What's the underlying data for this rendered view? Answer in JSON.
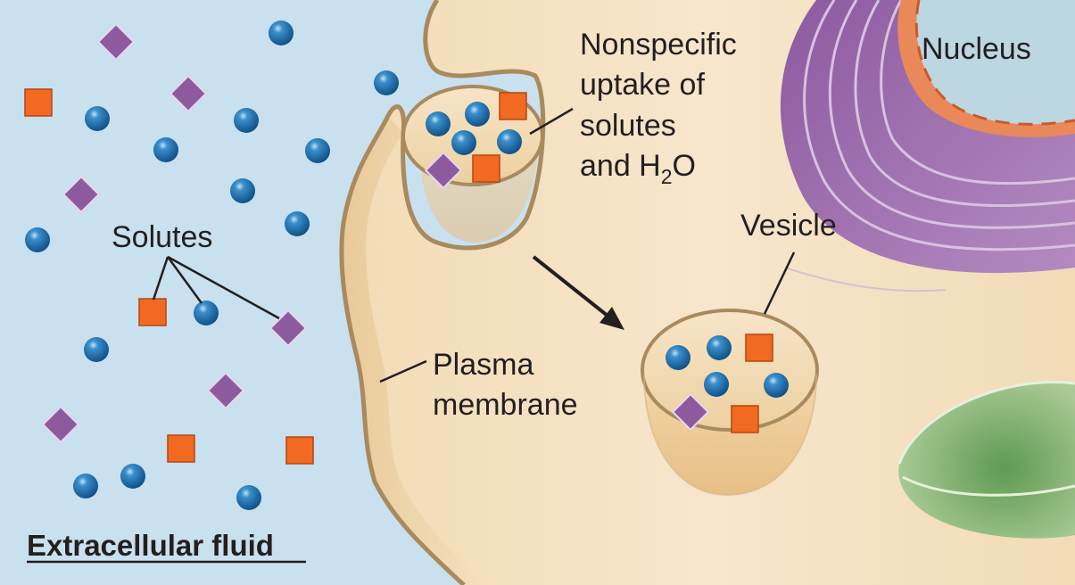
{
  "labels": {
    "nucleus": "Nucleus",
    "uptake_line1": "Nonspecific",
    "uptake_line2": "uptake of",
    "uptake_line3": "solutes",
    "uptake_line4_prefix": "and H",
    "uptake_line4_sub": "2",
    "uptake_line4_suffix": "O",
    "vesicle": "Vesicle",
    "solutes": "Solutes",
    "plasma_line1": "Plasma",
    "plasma_line2": "membrane",
    "extracellular": "Extracellular fluid"
  },
  "colors": {
    "extracellular_fluid": "#c9e0ef",
    "cytoplasm": "#f5e3c7",
    "membrane": "#a88a5e",
    "solute_sphere": "#1e6fae",
    "solute_square": "#f26a21",
    "solute_diamond": "#8e5a9e",
    "golgi": "#9b6aa8",
    "nucleus": "#bcd7e2",
    "nuclear_envelope": "#e9895a",
    "chloroplast": "#7fae6c",
    "label_text": "#231f20"
  },
  "solute_types": [
    "sphere-icon",
    "square-icon",
    "diamond-icon"
  ]
}
